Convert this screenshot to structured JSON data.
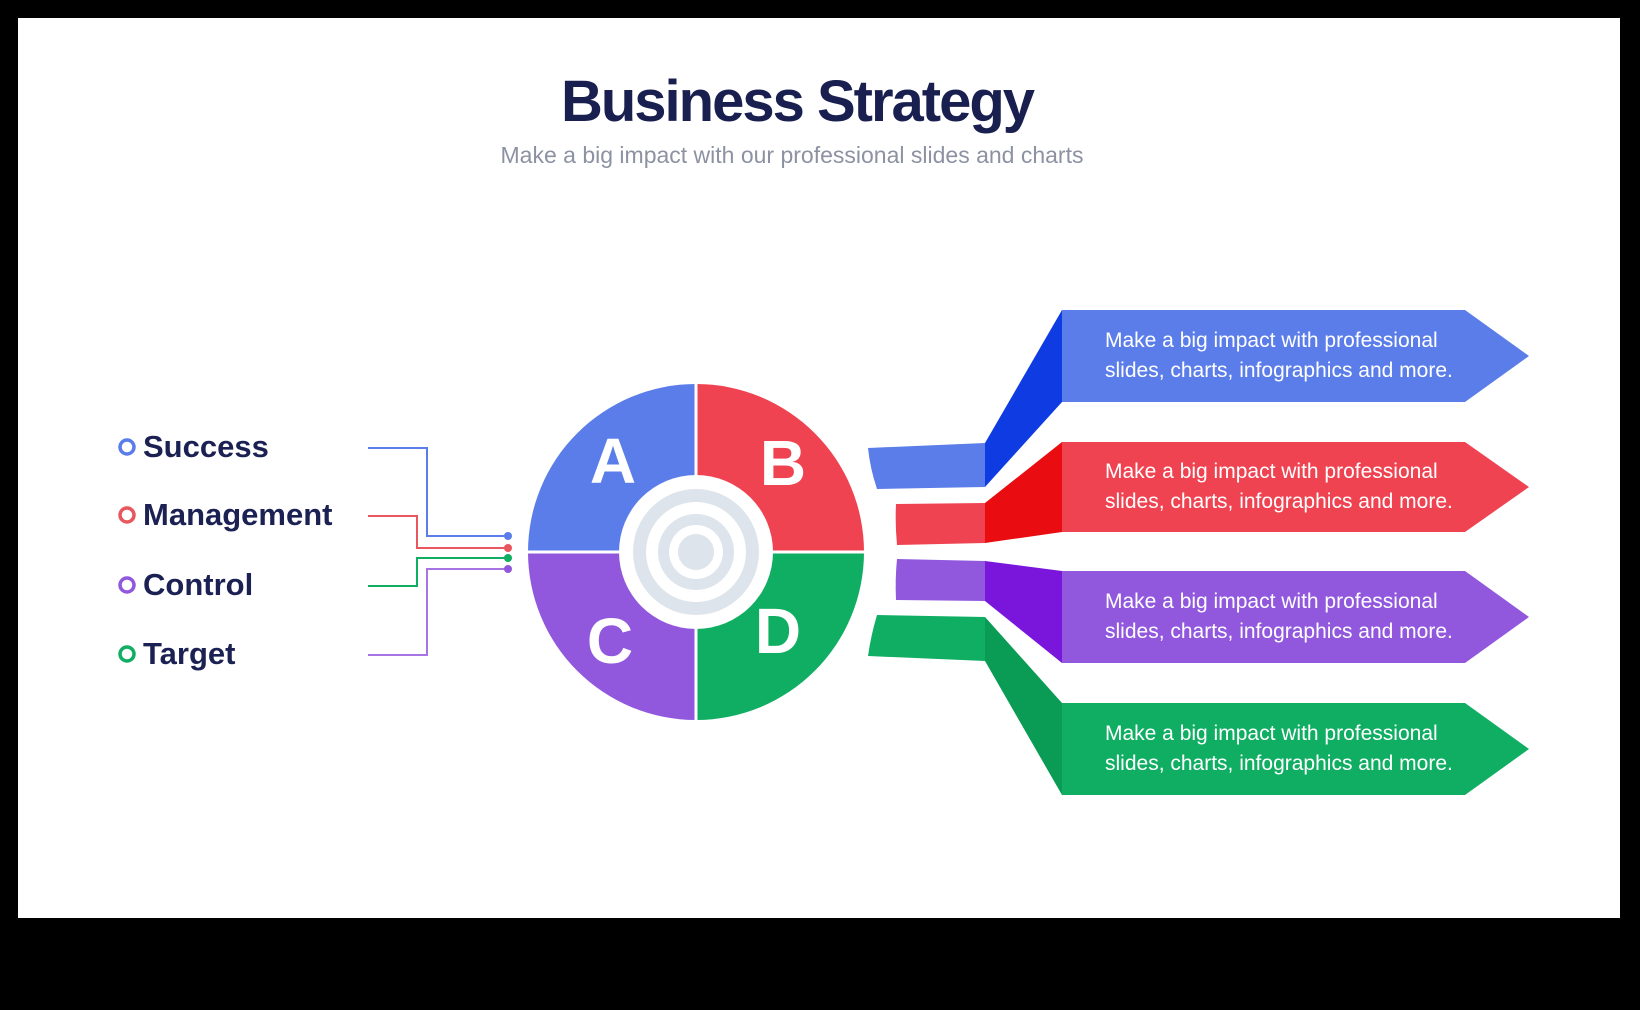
{
  "header": {
    "title": "Business Strategy",
    "subtitle": "Make a big impact with our professional slides and charts",
    "title_color": "#191F4F",
    "subtitle_color": "#8C92A2"
  },
  "legend": {
    "label_color": "#1B2153",
    "items": [
      {
        "label": "Success",
        "bullet_color": "#5B7DE9",
        "connector_color": "#5B7DE9"
      },
      {
        "label": "Management",
        "bullet_color": "#E8565E",
        "connector_color": "#E8565E"
      },
      {
        "label": "Control",
        "bullet_color": "#9158DE",
        "connector_color": "#10AE63"
      },
      {
        "label": "Target",
        "bullet_color": "#10AE63",
        "connector_color": "#A873E3"
      }
    ]
  },
  "wheel": {
    "letter_color": "#FFFFFF",
    "bullseye_ring_color": "#DEE4EB",
    "quadrants": [
      {
        "letter": "A",
        "color": "#5B7DE9"
      },
      {
        "letter": "B",
        "color": "#EF4351"
      },
      {
        "letter": "C",
        "color": "#9158DE"
      },
      {
        "letter": "D",
        "color": "#10AE63"
      }
    ]
  },
  "ribbons": [
    {
      "color": "#5B7DE9",
      "fold_color": "#0E3CE2",
      "lines": [
        "Make a big impact with professional",
        "slides, charts, infographics and more."
      ]
    },
    {
      "color": "#EF4351",
      "fold_color": "#E90C10",
      "lines": [
        "Make a big impact with professional",
        "slides, charts, infographics and more."
      ]
    },
    {
      "color": "#9158DE",
      "fold_color": "#7A16DC",
      "lines": [
        "Make a big impact with professional",
        "slides, charts, infographics and more."
      ]
    },
    {
      "color": "#10AE63",
      "fold_color": "#0A9C55",
      "lines": [
        "Make a big impact with professional",
        "slides, charts, infographics and more."
      ]
    }
  ]
}
